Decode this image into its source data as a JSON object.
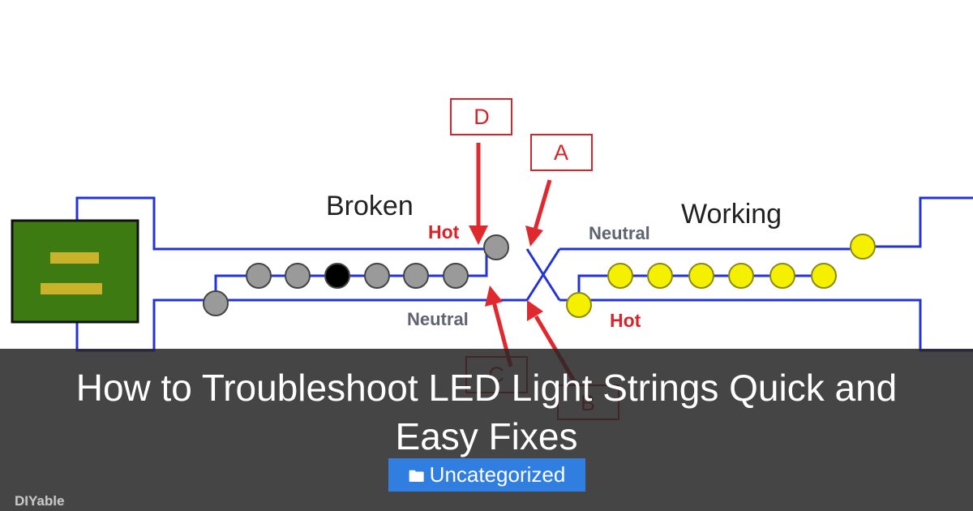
{
  "diagram": {
    "labels": {
      "broken": "Broken",
      "working": "Working",
      "hot_left": "Hot",
      "neutral_top": "Neutral",
      "neutral_bottom": "Neutral",
      "hot_right": "Hot",
      "marker_d": "D",
      "marker_a": "A",
      "marker_c": "C",
      "marker_b": "B"
    },
    "colors": {
      "wire": "#2433d8",
      "bulb_off": "#9a9a9a",
      "bulb_dead": "#000000",
      "bulb_on": "#f5f000",
      "marker": "#d8232a",
      "plug_green": "#3d7a12",
      "plug_slot": "#c9b32a"
    },
    "broken_string": {
      "bulbs": [
        "off",
        "off",
        "dead",
        "off",
        "off",
        "off"
      ]
    },
    "working_string": {
      "bulbs": [
        "on",
        "on",
        "on",
        "on",
        "on",
        "on"
      ]
    }
  },
  "article": {
    "title": "How to Troubleshoot LED Light Strings Quick and Easy Fixes",
    "category": "Uncategorized",
    "category_icon": "folder-icon"
  },
  "brand": {
    "logo_text": "DIYable"
  }
}
